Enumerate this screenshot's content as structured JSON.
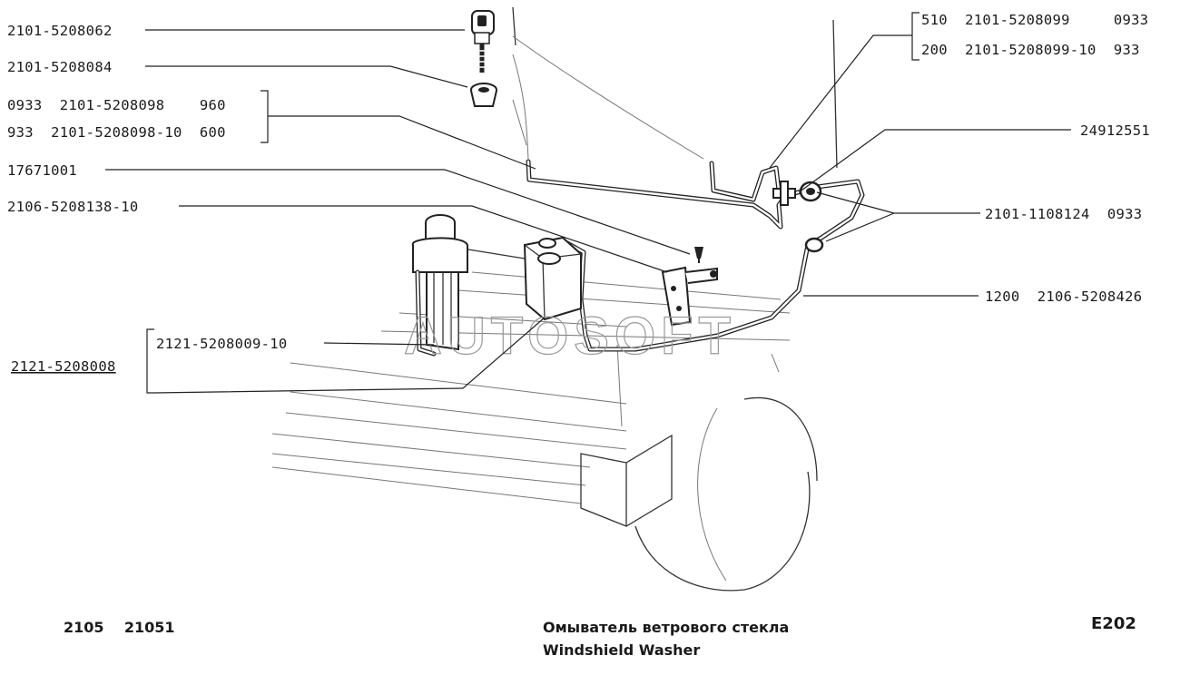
{
  "labels": {
    "nozzle": "2101-5208062",
    "nozzle_nut": "2101-5208084",
    "hose_a": "0933  2101-5208098    960",
    "hose_b": "933  2101-5208098-10  600",
    "screw": "17671001",
    "bracket": "2106-5208138-10",
    "pump": "2121-5208009-10",
    "reservoir": "2121-5208008",
    "tube_a": "510  2101-5208099     0933",
    "tube_b": "200  2101-5208099-10  933",
    "clip": "24912551",
    "tee": "2101-1108124  0933",
    "main_hose": "1200  2106-5208426"
  },
  "footer": {
    "models": "2105    21051",
    "title_ru": "Омыватель ветрового стекла",
    "title_en": "Windshield Washer",
    "code": "E202"
  },
  "watermark": "AUTOSOFT"
}
